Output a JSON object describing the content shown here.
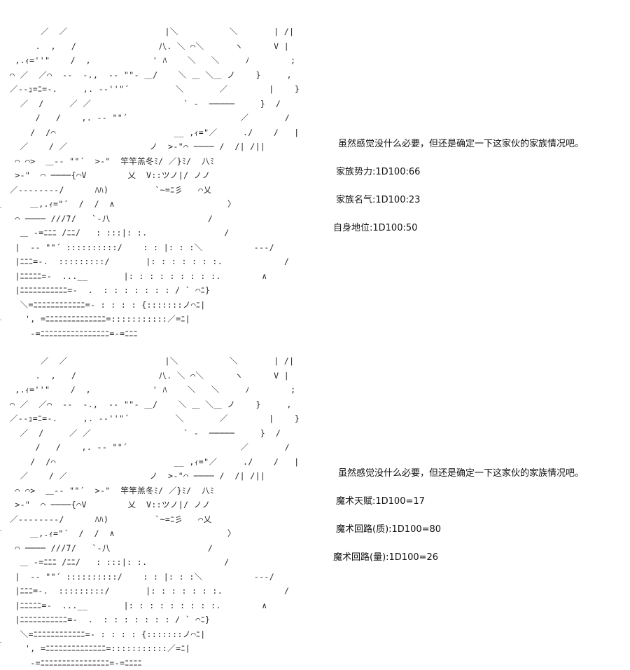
{
  "panels": [
    {
      "ascii_art": "      ／  ／                   |＼          ＼       | /|\n     .  ,   /                八. ＼ ⌒＼      ヽ      V |\n ,.ｨ=''\"    /  ,            ' ﾊ    ＼   ＼     ﾉ        ;\n⌒ ／  ／⌒  --  ‐.,  -- \"\"- ＿/    ＼ ＿ ＼＿ ノ    }     ,\n／--ｭ=ﾆ=-.     ,. -‐''\"´         ＼       ／        |    }\n  ／  /     ／ ／                  ` -  ─────     }  /\n     /   /    ,. -- \"\"´                      ／       /\n    /  /⌒                       __ ,ｨ=\"／     ./    /   |\n  ／    / ／                ノ  >‐\"⌒ ──── /  /| /||\n ⌒ ⌒>  ＿‐- \"\"´  >‐\"  竿竿羔冬ﾐ/ ／}ﾐ/  八ﾐ\n >‐\"  ⌒ ────{⌒V        乂  V::ツノ|/ ノノ\n／-‐‐‐‐‐‐‐/      ﾊﾊ)         `~=ﾆ彡   ⌒乂\n    ＿,.ｨ=\"´  /  /  ∧                      〉\n ⌒ ──── ///7/   `‐八                   /\n  ＿ -=ﾆﾆﾆ /ﾆﾆ/   : :::|: :.               /\n |  -‐ \"\"´ ::::::::::/    : : |: : :＼          --‐/\n |ﾆﾆﾆ=-.  :::::::::/       |: : : : : : :.            /\n |ﾆﾆﾆﾆﾆ=-  ...__       |: : : : : : : : :.        ∧\n |ﾆﾆﾆﾆﾆﾆﾆﾆﾆﾆﾆ=-  .  : : : : : : : / ` ⌒ﾆ}\n  ＼=ﾆﾆﾆﾆﾆﾆﾆﾆﾆﾆﾆﾆ=- : : : : {:::::::ノ⌒ﾆ|\n   ', =ﾆﾆﾆﾆﾆﾆﾆﾆﾆﾆﾆﾆﾆﾆ=:::::::::::／=ﾆ|\n    -=ﾆﾆﾆﾆﾆﾆﾆﾆﾆﾆﾆﾆﾆﾆﾆﾆ=-=ﾆﾆﾆ",
      "intro": "虽然感觉没什么必要，但还是确定一下这家伙的家族情况吧。",
      "stats": [
        "家族势力:1D100:66",
        "家族名气:1D100:23",
        "自身地位:1D100:50"
      ]
    },
    {
      "ascii_art": "      ／  ／                   |＼          ＼       | /|\n     .  ,   /                八. ＼ ⌒＼      ヽ      V |\n ,.ｨ=''\"    /  ,            ' ﾊ    ＼   ＼     ﾉ        ;\n⌒ ／  ／⌒  --  ‐.,  -- \"\"- ＿/    ＼ ＿ ＼＿ ノ    }     ,\n／--ｭ=ﾆ=-.     ,. -‐''\"´         ＼       ／        |    }\n  ／  /     ／ ／                  ` -  ─────     }  /\n     /   /    ,. -- \"\"´                      ／       /\n    /  /⌒                       __ ,ｨ=\"／     ./    /   |\n  ／    / ／                ノ  >‐\"⌒ ──── /  /| /||\n ⌒ ⌒>  ＿‐- \"\"´  >‐\"  竿竿羔冬ﾐ/ ／}ﾐ/  八ﾐ\n >‐\"  ⌒ ────{⌒V        乂  V::ツノ|/ ノノ\n／-‐‐‐‐‐‐‐/      ﾊﾊ)         `~=ﾆ彡   ⌒乂\n    ＿,.ｨ=\"´  /  /  ∧                      〉\n ⌒ ──── ///7/   `‐八                   /\n  ＿ -=ﾆﾆﾆ /ﾆﾆ/   : :::|: :.               /\n |  -‐ \"\"´ ::::::::::/    : : |: : :＼          --‐/\n |ﾆﾆﾆ=-.  :::::::::/       |: : : : : : :.            /\n |ﾆﾆﾆﾆﾆ=-  ...__       |: : : : : : : : :.        ∧\n |ﾆﾆﾆﾆﾆﾆﾆﾆﾆﾆﾆ=-  .  : : : : : : : / ` ⌒ﾆ}\n  ＼=ﾆﾆﾆﾆﾆﾆﾆﾆﾆﾆﾆﾆ=- : : : : {:::::::ノ⌒ﾆ|\n   ', =ﾆﾆﾆﾆﾆﾆﾆﾆﾆﾆﾆﾆﾆﾆ=:::::::::::／=ﾆ|\n    -=ﾆﾆﾆﾆﾆﾆﾆﾆﾆﾆﾆﾆﾆﾆﾆﾆ=-=ﾆﾆﾆﾆ",
      "intro": "虽然感觉没什么必要，但还是确定一下这家伙的家族情况吧。",
      "stats": [
        "魔术天赋:1D100=17",
        "魔术回路(质):1D100=80",
        "魔术回路(量):1D100=26"
      ]
    }
  ]
}
